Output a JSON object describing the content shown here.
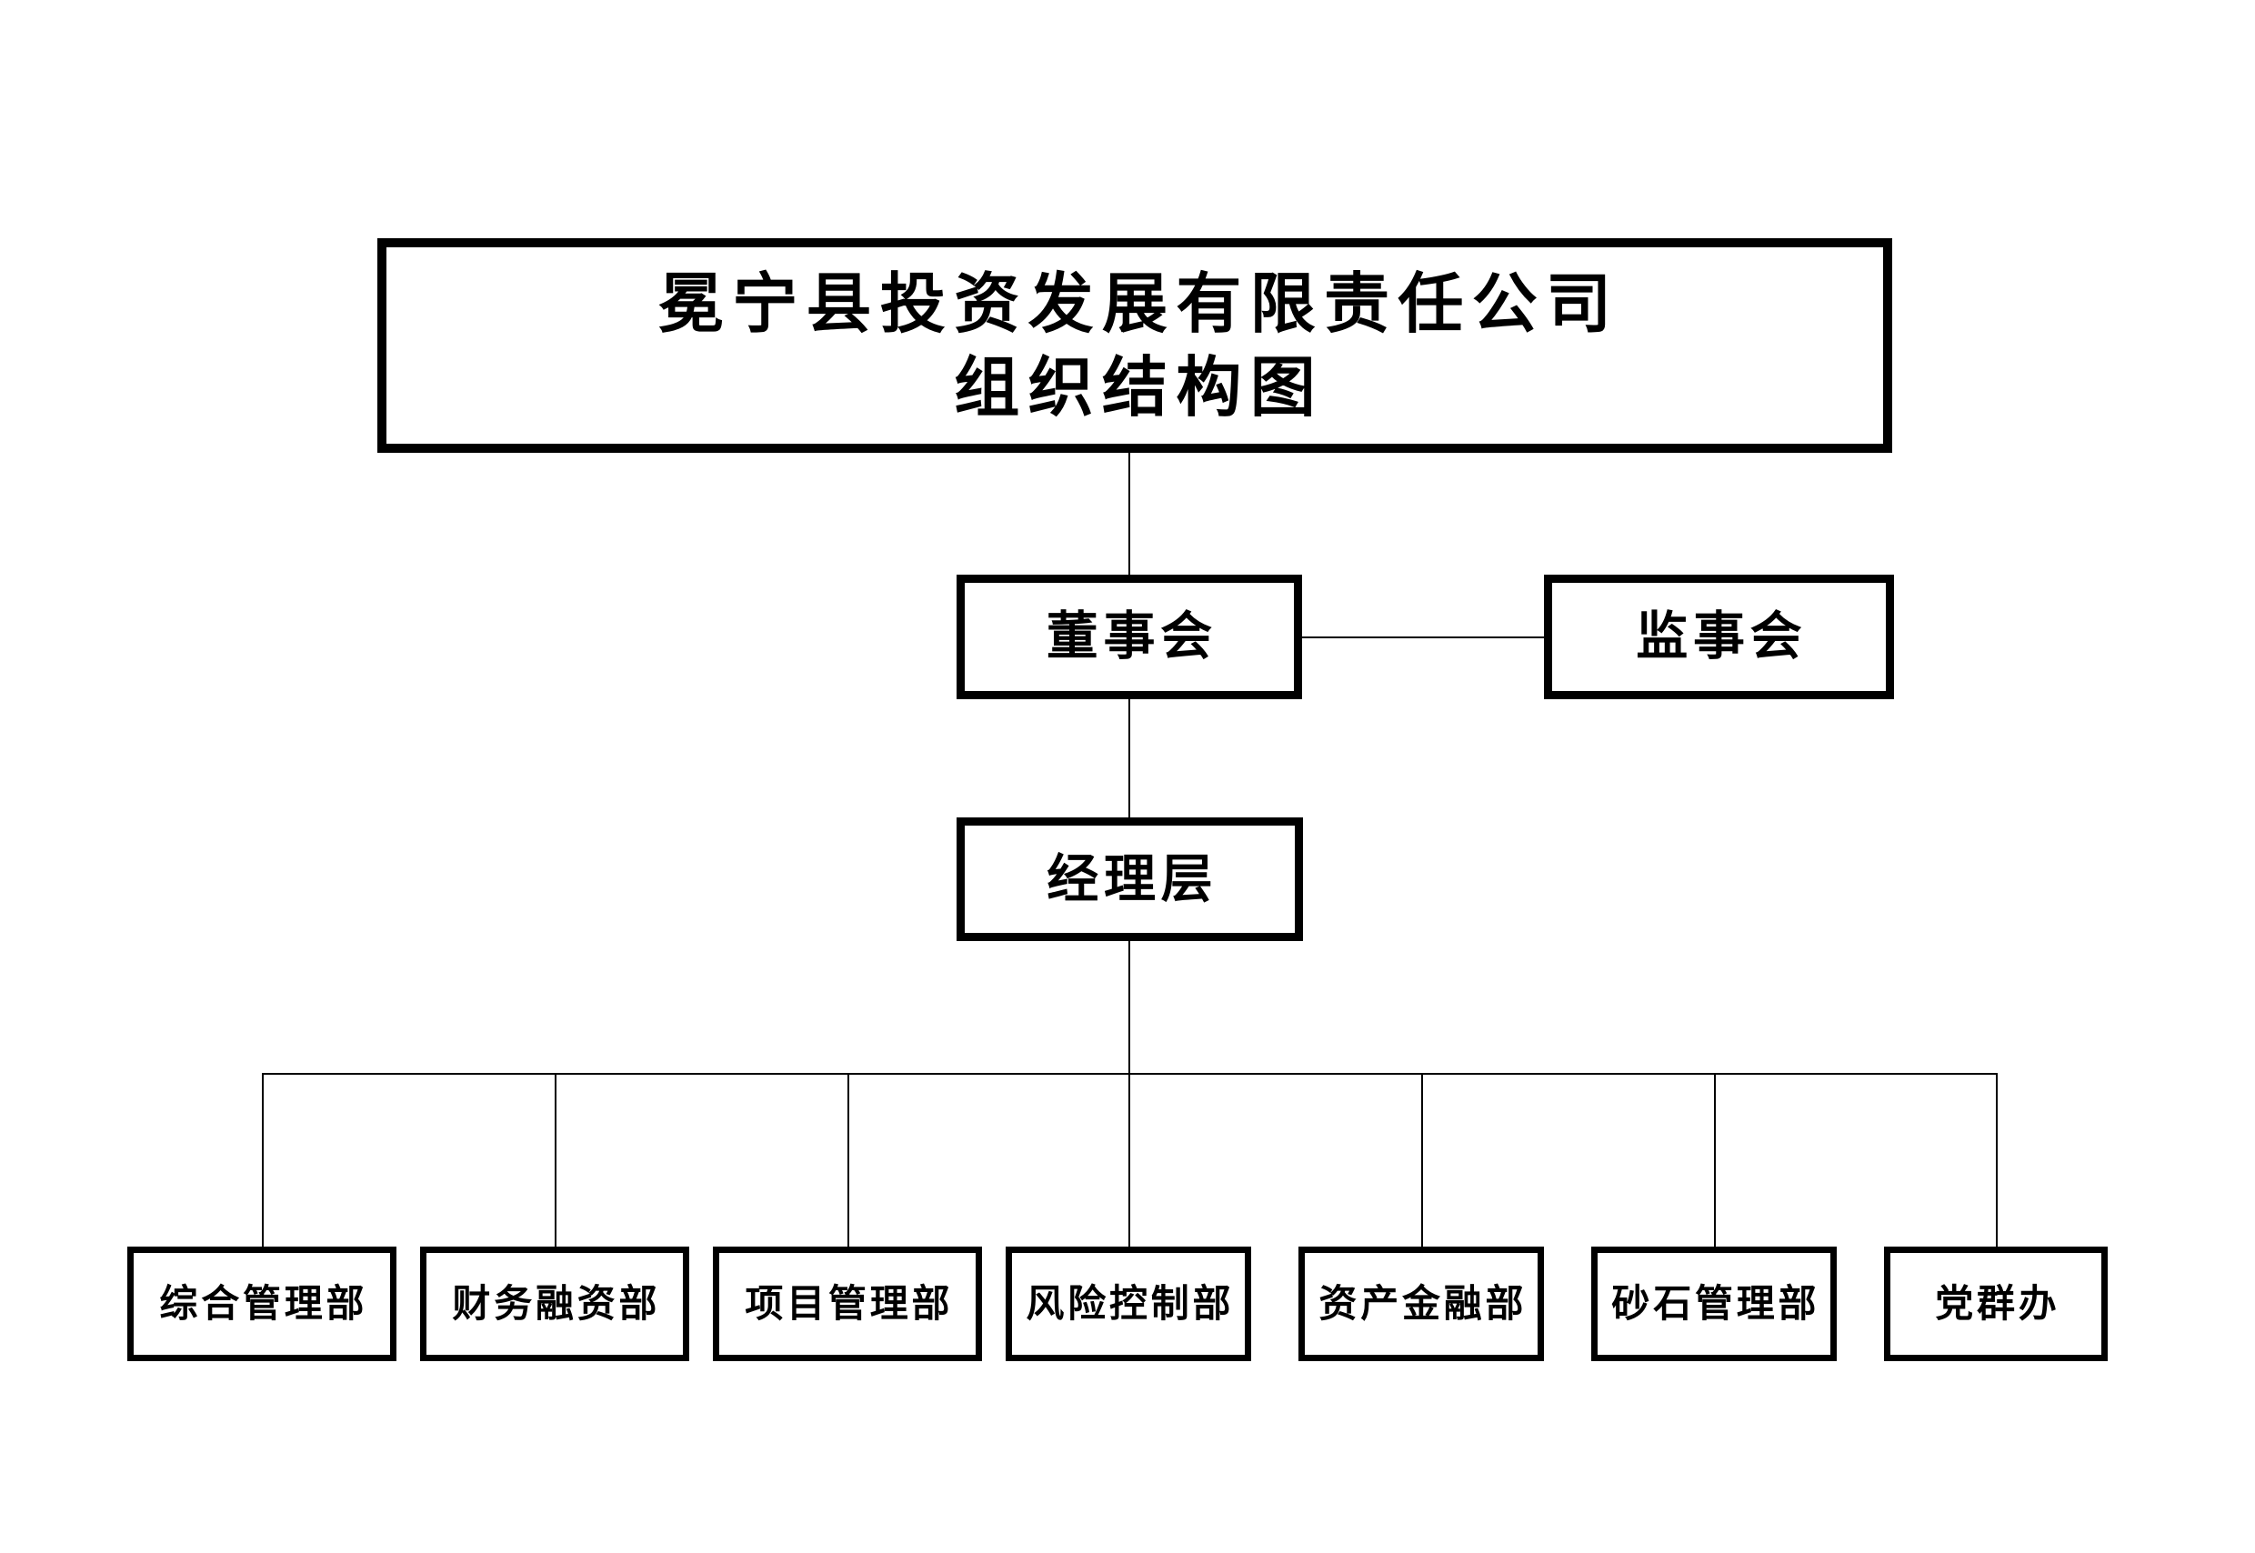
{
  "chart_data": {
    "type": "diagram",
    "subtype": "org-chart",
    "title": "冕宁县投资发展有限责任公司 组织结构图",
    "orientation": "top-down",
    "levels": [
      {
        "level": 1,
        "nodes": [
          "冕宁县投资发展有限责任公司组织结构图"
        ]
      },
      {
        "level": 2,
        "nodes": [
          "董事会",
          "监事会"
        ]
      },
      {
        "level": 3,
        "nodes": [
          "经理层"
        ]
      },
      {
        "level": 4,
        "nodes": [
          "综合管理部",
          "财务融资部",
          "项目管理部",
          "风险控制部",
          "资产金融部",
          "砂石管理部",
          "党群办"
        ]
      }
    ],
    "edges": [
      {
        "from": "冕宁县投资发展有限责任公司组织结构图",
        "to": "董事会",
        "style": "vertical"
      },
      {
        "from": "董事会",
        "to": "监事会",
        "style": "horizontal-peer"
      },
      {
        "from": "董事会",
        "to": "经理层",
        "style": "vertical"
      },
      {
        "from": "经理层",
        "to": "综合管理部",
        "style": "elbow"
      },
      {
        "from": "经理层",
        "to": "财务融资部",
        "style": "elbow"
      },
      {
        "from": "经理层",
        "to": "项目管理部",
        "style": "elbow"
      },
      {
        "from": "经理层",
        "to": "风险控制部",
        "style": "elbow"
      },
      {
        "from": "经理层",
        "to": "资产金融部",
        "style": "elbow"
      },
      {
        "from": "经理层",
        "to": "砂石管理部",
        "style": "elbow"
      },
      {
        "from": "经理层",
        "to": "党群办",
        "style": "elbow"
      }
    ]
  },
  "colors": {
    "background": "#ffffff",
    "box_border": "#000000",
    "box_fill": "#ffffff",
    "text": "#000000",
    "connector": "#000000"
  },
  "title_box": {
    "line1": "冕宁县投资发展有限责任公司",
    "line2": "组织结构图"
  },
  "board": {
    "label": "董事会"
  },
  "supervisor": {
    "label": "监事会"
  },
  "manager": {
    "label": "经理层"
  },
  "departments": [
    {
      "label": "综合管理部"
    },
    {
      "label": "财务融资部"
    },
    {
      "label": "项目管理部"
    },
    {
      "label": "风险控制部"
    },
    {
      "label": "资产金融部"
    },
    {
      "label": "砂石管理部"
    },
    {
      "label": "党群办"
    }
  ]
}
